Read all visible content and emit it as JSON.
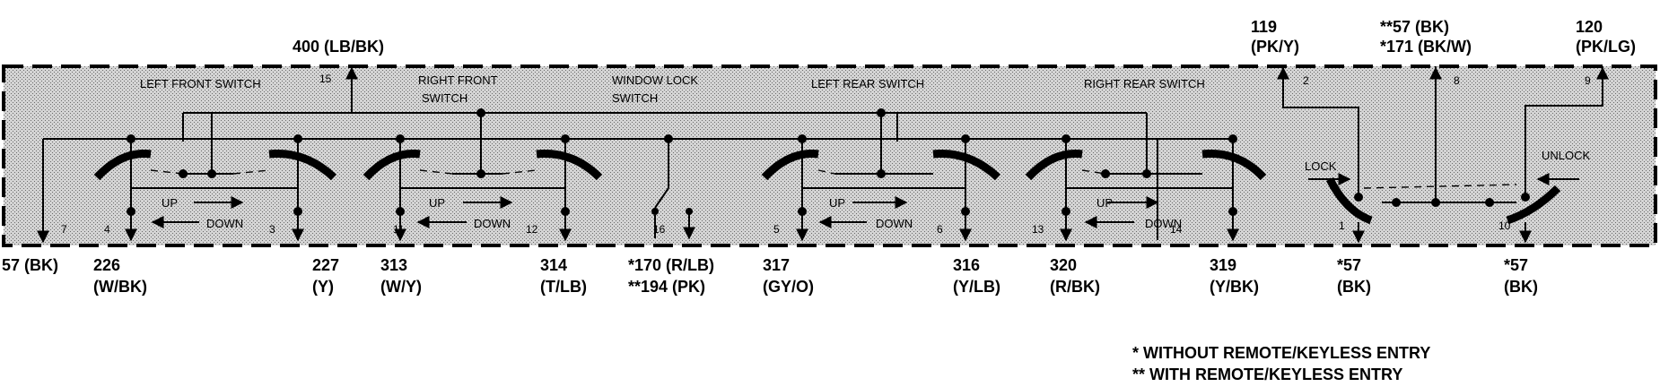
{
  "wires": {
    "w400": "400 (LB/BK)",
    "w119a": "119",
    "w119b": "(PK/Y)",
    "w57top": "**57 (BK)",
    "w171": "*171 (BK/W)",
    "w120a": "120",
    "w120b": "(PK/LG)",
    "w57left": "57 (BK)",
    "w226a": "226",
    "w226b": "(W/BK)",
    "w227a": "227",
    "w227b": "(Y)",
    "w313a": "313",
    "w313b": "(W/Y)",
    "w314a": "314",
    "w314b": "(T/LB)",
    "w170": "*170 (R/LB)",
    "w194": "**194 (PK)",
    "w317a": "317",
    "w317b": "(GY/O)",
    "w316a": "316",
    "w316b": "(Y/LB)",
    "w320a": "320",
    "w320b": "(R/BK)",
    "w319a": "319",
    "w319b": "(Y/BK)",
    "w57b1a": "*57",
    "w57b1b": "(BK)",
    "w57b2a": "*57",
    "w57b2b": "(BK)"
  },
  "switches": {
    "left_front": "LEFT FRONT SWITCH",
    "right_front_1": "RIGHT FRONT",
    "right_front_2": "SWITCH",
    "window_lock_1": "WINDOW LOCK",
    "window_lock_2": "SWITCH",
    "left_rear": "LEFT REAR SWITCH",
    "right_rear": "RIGHT REAR SWITCH"
  },
  "directions": {
    "up": "UP",
    "down": "DOWN",
    "lock": "LOCK",
    "unlock": "UNLOCK"
  },
  "pins": {
    "p15": "15",
    "p7": "7",
    "p4": "4",
    "p3": "3",
    "p11": "11",
    "p12": "12",
    "p16": "16",
    "p5": "5",
    "p6": "6",
    "p13": "13",
    "p14": "14",
    "p2": "2",
    "p8": "8",
    "p9": "9",
    "p1": "1",
    "p10": "10"
  },
  "legend": {
    "single": "*  WITHOUT REMOTE/KEYLESS ENTRY",
    "double": "**  WITH REMOTE/KEYLESS ENTRY"
  }
}
